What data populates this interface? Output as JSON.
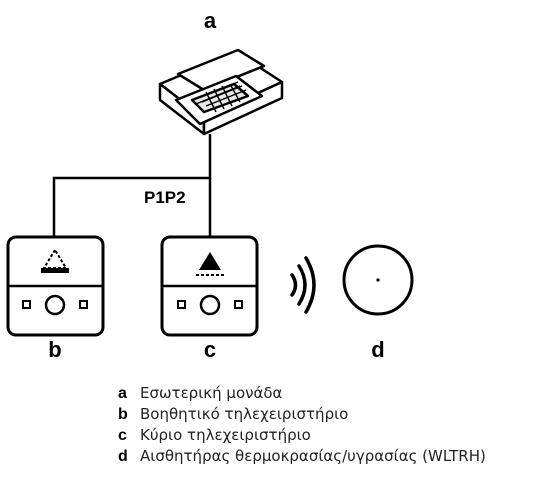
{
  "labels": {
    "a": "a",
    "b": "b",
    "c": "c",
    "d": "d"
  },
  "bus_label": "P1P2",
  "legend": [
    {
      "key": "a",
      "text": "Εσωτερική μονάδα"
    },
    {
      "key": "b",
      "text": "Βοηθητικό τηλεχειριστήριο"
    },
    {
      "key": "c",
      "text": "Κύριο τηλεχειριστήριο"
    },
    {
      "key": "d",
      "text": "Αισθητήρας θερμοκρασίας/υγρασίας (WLTRH)"
    }
  ]
}
